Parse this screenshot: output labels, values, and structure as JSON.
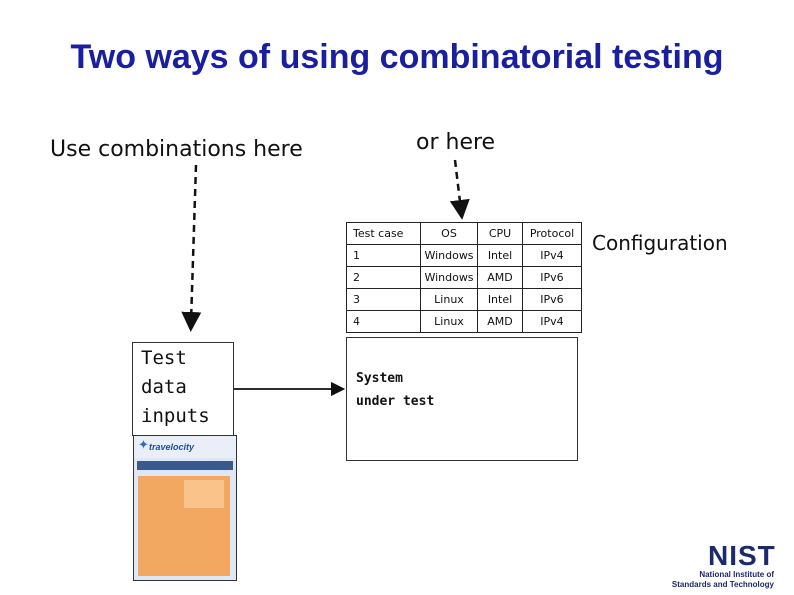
{
  "title": "Two ways of using combinatorial testing",
  "labels": {
    "left": "Use combinations here",
    "right": "or here",
    "configuration": "Configuration"
  },
  "config_table": {
    "headers": [
      "Test case",
      "OS",
      "CPU",
      "Protocol"
    ],
    "rows": [
      [
        "1",
        "Windows",
        "Intel",
        "IPv4"
      ],
      [
        "2",
        "Windows",
        "AMD",
        "IPv6"
      ],
      [
        "3",
        "Linux",
        "Intel",
        "IPv6"
      ],
      [
        "4",
        "Linux",
        "AMD",
        "IPv4"
      ]
    ]
  },
  "system_box": {
    "line1": "System",
    "line2": "under test"
  },
  "input_box": {
    "line1": "Test",
    "line2": "data",
    "line3": "inputs"
  },
  "screenshot_thumbnail": {
    "brand": "travelocity"
  },
  "logo": {
    "mark": "NIST",
    "line1": "National Institute of",
    "line2": "Standards and Technology"
  },
  "colors": {
    "title": "#1a1fa0",
    "nist": "#1b2a6b"
  }
}
